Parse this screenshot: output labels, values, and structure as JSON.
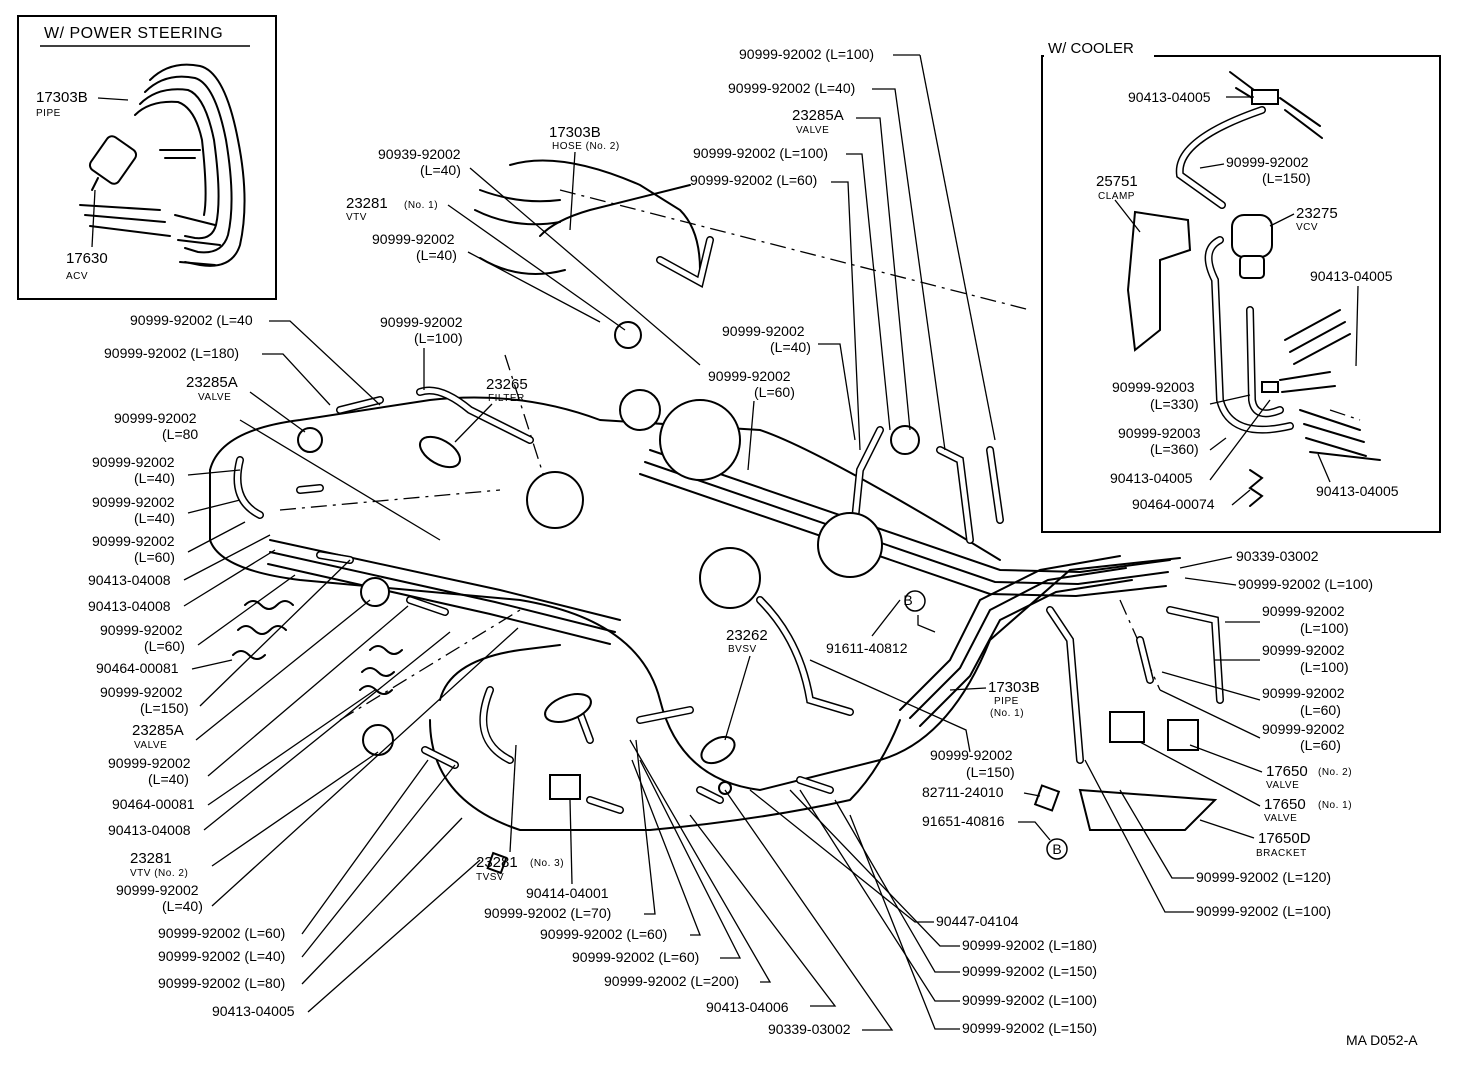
{
  "insets": {
    "power_steering": {
      "title": "W/ POWER STEERING",
      "pipe_part": "17303B",
      "pipe_name": "PIPE",
      "acv_part": "17630",
      "acv_name": "ACV"
    },
    "cooler": {
      "title": "W/ COOLER",
      "clamp_top": "90413-04005",
      "hose_150_part": "90999-92002",
      "hose_150_len": "(L=150)",
      "clamp_part": "25751",
      "clamp_name": "CLAMP",
      "vcv_part": "23275",
      "vcv_name": "VCV",
      "clamp_right": "90413-04005",
      "hose_330_part": "90999-92003",
      "hose_330_len": "(L=330)",
      "hose_360_part": "90999-92003",
      "hose_360_len": "(L=360)",
      "clamp_bottom": "90413-04005",
      "clamp_bottom_right": "90413-04005",
      "clip_part": "90464-00074"
    }
  },
  "labels": {
    "top_l100": "90999-92002 (L=100)",
    "top_l40": "90999-92002 (L=40)",
    "valve_23285a_top_part": "23285A",
    "valve_23285a_top_name": "VALVE",
    "top2_l100": "90999-92002 (L=100)",
    "top_l60": "90999-92002 (L=60)",
    "hose_17303b_part": "17303B",
    "hose_17303b_name": "HOSE (No. 2)",
    "hose_90939_part": "90939-92002",
    "hose_90939_len": "(L=40)",
    "vtv1_part": "23281",
    "vtv1_sub": "(No. 1)",
    "vtv1_name": "VTV",
    "hose_l40b_part": "90999-92002",
    "hose_l40b_len": "(L=40)",
    "hose_l100_mid_part": "90999-92002",
    "hose_l100_mid_len": "(L=100)",
    "hose_l40_right_part": "90999-92002",
    "hose_l40_right_len": "(L=40)",
    "hose_l60_mid_part": "90999-92002",
    "hose_l60_mid_len": "(L=60)",
    "filter_part": "23265",
    "filter_name": "FILTER",
    "left_l40": "90999-92002 (L=40",
    "left_l180": "90999-92002 (L=180)",
    "valve_left_part": "23285A",
    "valve_left_name": "VALVE",
    "left_l80_part": "90999-92002",
    "left_l80_len": "(L=80",
    "left_l40a_part": "90999-92002",
    "left_l40a_len": "(L=40)",
    "left_l40b_part": "90999-92002",
    "left_l40b_len": "(L=40)",
    "left_l60a_part": "90999-92002",
    "left_l60a_len": "(L=60)",
    "clamp_04008a": "90413-04008",
    "clamp_04008b": "90413-04008",
    "left_l60b_part": "90999-92002",
    "left_l60b_len": "(L=60)",
    "clip_00081a": "90464-00081",
    "left_l150_part": "90999-92002",
    "left_l150_len": "(L=150)",
    "valve_lower_part": "23285A",
    "valve_lower_name": "VALVE",
    "left_l40c_part": "90999-92002",
    "left_l40c_len": "(L=40)",
    "clip_00081b": "90464-00081",
    "clamp_04008c": "90413-04008",
    "vtv2_part": "23281",
    "vtv2_name": "VTV (No. 2)",
    "left_l40d_part": "90999-92002",
    "left_l40d_len": "(L=40)",
    "bot_l60": "90999-92002 (L=60)",
    "bot_l40": "90999-92002 (L=40)",
    "bot_l80": "90999-92002 (L=80)",
    "bot_04005": "90413-04005",
    "tvsv_part": "23281",
    "tvsv_sub": "(No. 3)",
    "tvsv_name": "TVSV",
    "clamp_04001": "90414-04001",
    "bot_l70": "90999-92002 (L=70)",
    "bot_l60b": "90999-92002 (L=60)",
    "bot_l60c": "90999-92002 (L=60)",
    "bot_l200": "90999-92002 (L=200)",
    "bot_04006": "90413-04006",
    "bot_03002": "90339-03002",
    "bvsv_part": "23262",
    "bvsv_name": "BVSV",
    "bolt_40812": "91611-40812",
    "marker_b": "B",
    "pipe1_part": "17303B",
    "pipe1_name": "PIPE",
    "pipe1_no": "(No. 1)",
    "hose_l150_mid_part": "90999-92002",
    "hose_l150_mid_len": "(L=150)",
    "bolt_82711": "82711-24010",
    "bolt_91651": "91651-40816",
    "r_04104": "90447-04104",
    "r_l180": "90999-92002 (L=180)",
    "r_l150": "90999-92002 (L=150)",
    "r_l100": "90999-92002 (L=100)",
    "r_l150b": "90999-92002 (L=150)",
    "r_03002": "90339-03002",
    "r_l100a": "90999-92002 (L=100)",
    "r_l100b_part": "90999-92002",
    "r_l100b_len": "(L=100)",
    "r_l100c_part": "90999-92002",
    "r_l100c_len": "(L=100)",
    "r_l60a_part": "90999-92002",
    "r_l60a_len": "(L=60)",
    "r_l60b_part": "90999-92002",
    "r_l60b_len": "(L=60)",
    "vsv2_part": "17650",
    "vsv2_sub": "(No. 2)",
    "vsv2_name": "VALVE",
    "vsv1_part": "17650",
    "vsv1_sub": "(No. 1)",
    "vsv1_name": "VALVE",
    "bracket_part": "17650D",
    "bracket_name": "BRACKET",
    "r_l120": "90999-92002 (L=120)",
    "r_l100d": "90999-92002 (L=100)",
    "drawing_code": "MA D052-A"
  }
}
